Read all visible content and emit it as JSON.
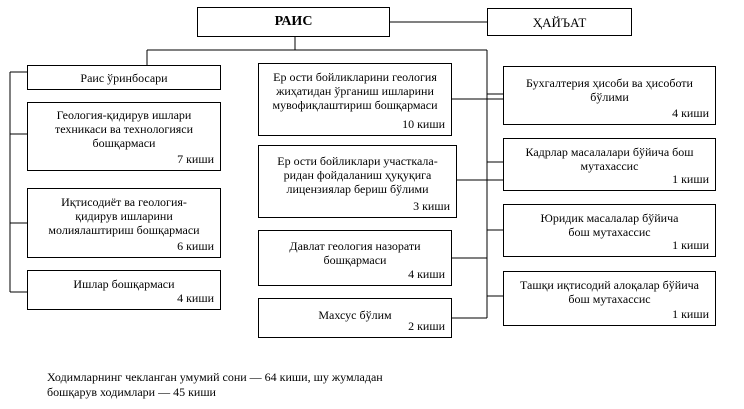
{
  "chart_data": {
    "type": "org-chart",
    "head": "РАИС",
    "board": "ҲАЙЪАТ",
    "left_column": [
      {
        "name": "Раис ўринбосари",
        "staff": ""
      },
      {
        "name": "Геология-қидирув ишлари техникаси ва технологияси бошқармаси",
        "staff": "7 киши"
      },
      {
        "name": "Иқтисодиёт ва геология-қидирув ишларини молиялаштириш бошқармаси",
        "staff": "6 киши"
      },
      {
        "name": "Ишлар бошқармаси",
        "staff": "4 киши"
      }
    ],
    "middle_column": [
      {
        "name": "Ер ости бойликларини геология жиҳатидан ўрганиш ишларини мувофиқлаштириш бошқармаси",
        "staff": "10 киши"
      },
      {
        "name": "Ер ости бойликлари участкала-ридан фойдаланиш ҳуқуқига лицензиялар бериш бўлими",
        "staff": "3 киши"
      },
      {
        "name": "Давлат геология назорати бошқармаси",
        "staff": "4 киши"
      },
      {
        "name": "Махсус бўлим",
        "staff": "2 киши"
      }
    ],
    "right_column": [
      {
        "name": "Бухгалтерия ҳисоби ва ҳисоботи бўлими",
        "staff": "4 киши"
      },
      {
        "name": "Кадрлар масалалари бўйича бош мутахассис",
        "staff": "1 киши"
      },
      {
        "name": "Юридик масалалар бўйича бош мутахассис",
        "staff": "1 киши"
      },
      {
        "name": "Ташқи иқтисодий алоқалар бўйича бош мутахассис",
        "staff": "1 киши"
      }
    ],
    "footer": [
      "Ходимларнинг чекланган умумий сони — 64 киши, шу жумладан",
      "бошқарув ходимлари — 45 киши"
    ]
  }
}
